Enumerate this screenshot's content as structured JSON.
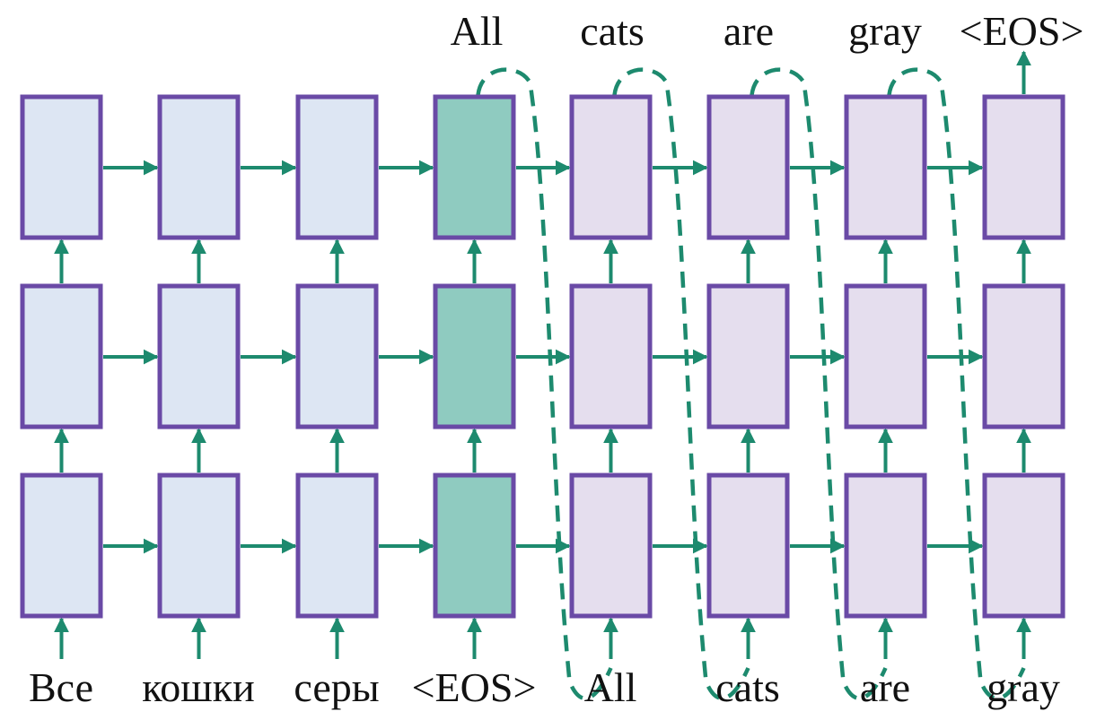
{
  "input_tokens": [
    "Все",
    "кошки",
    "серы",
    "<EOS>",
    "All",
    "cats",
    "are",
    "gray"
  ],
  "output_tokens": [
    "All",
    "cats",
    "are",
    "gray",
    "<EOS>"
  ],
  "layers": 3,
  "encoder_steps": 3,
  "bridge_steps": 1,
  "decoder_steps": 4,
  "colors": {
    "encoder_fill": "#dde6f3",
    "bridge_fill": "#8fcbc0",
    "decoder_fill": "#e5deee",
    "cell_border": "#6a4aa6",
    "arrow": "#1d8a6e",
    "text": "#111111"
  }
}
